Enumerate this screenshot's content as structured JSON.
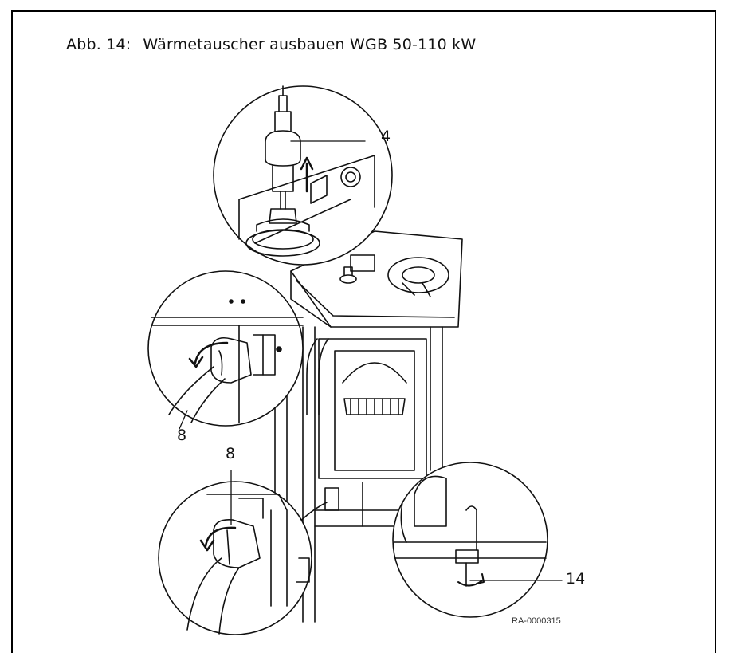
{
  "figure": {
    "number": "Abb. 14:",
    "title": "Wärmetauscher ausbauen WGB 50-110 kW",
    "reference_code": "RA-0000315"
  },
  "callouts": {
    "top": "4",
    "middle_left_lower": "8",
    "bottom_left_upper": "8",
    "bottom_right": "14"
  }
}
